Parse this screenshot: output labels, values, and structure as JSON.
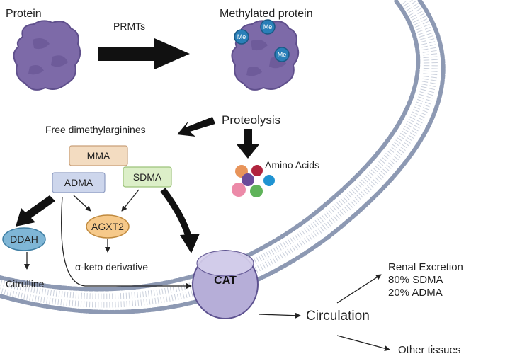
{
  "labels": {
    "protein": "Protein",
    "prmts": "PRMTs",
    "methylated_protein": "Methylated protein",
    "methyl_tag": "Me",
    "proteolysis": "Proteolysis",
    "free_dimethylarginines": "Free dimethylarginines",
    "amino_acids": "Amino Acids",
    "mma": "MMA",
    "adma": "ADMA",
    "sdma": "SDMA",
    "ddah": "DDAH",
    "agxt2": "AGXT2",
    "citrulline": "Citrulline",
    "alpha_keto": "α-keto derivative",
    "cat": "CAT",
    "circulation": "Circulation",
    "renal_excretion": "Renal Excretion",
    "renal_sdma": "80% SDMA",
    "renal_adma": "20% ADMA",
    "other_tissues": "Other tissues"
  },
  "colors": {
    "protein": "#7d6aa8",
    "protein_dark": "#5f4f8c",
    "methyl_tag": "#2a7fb8",
    "membrane_head": "#8d99b3",
    "membrane_tail": "#c4cbd8",
    "mma_box": "#f3dcc1",
    "adma_box": "#cdd6ec",
    "sdma_box": "#dcefc8",
    "ddah": "#7fb6d6",
    "agxt2": "#f6c98a",
    "cat": "#b6aed8",
    "amino_acid_orange": "#e8945a",
    "amino_acid_crimson": "#b0243e",
    "amino_acid_purple": "#6b4a9a",
    "amino_acid_blue": "#1f93d2",
    "amino_acid_pink": "#ec8aa8",
    "amino_acid_green": "#5fb35a"
  }
}
